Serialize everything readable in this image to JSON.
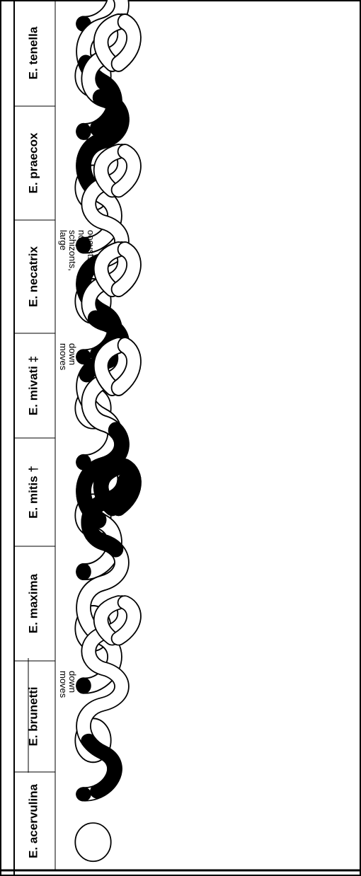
{
  "colors": {
    "background": "#ffffff",
    "ink": "#000000",
    "infection_heavy": "#000000",
    "infection_light": "stippled"
  },
  "species": [
    {
      "label": "E. tenella",
      "notes": []
    },
    {
      "label": "E. praecox",
      "notes": []
    },
    {
      "label": "E. necatrix",
      "notes": [
        "large",
        "schizonts,",
        "no",
        "oocysts"
      ]
    },
    {
      "label": "E. mivati ‡",
      "notes": [
        "moves",
        "down"
      ]
    },
    {
      "label": "E. mitis †",
      "notes": []
    },
    {
      "label": "E. maxima",
      "notes": []
    },
    {
      "label": "E. brunetti",
      "notes": [
        "moves",
        "down"
      ]
    },
    {
      "label": "E. acervulina",
      "notes": []
    }
  ]
}
